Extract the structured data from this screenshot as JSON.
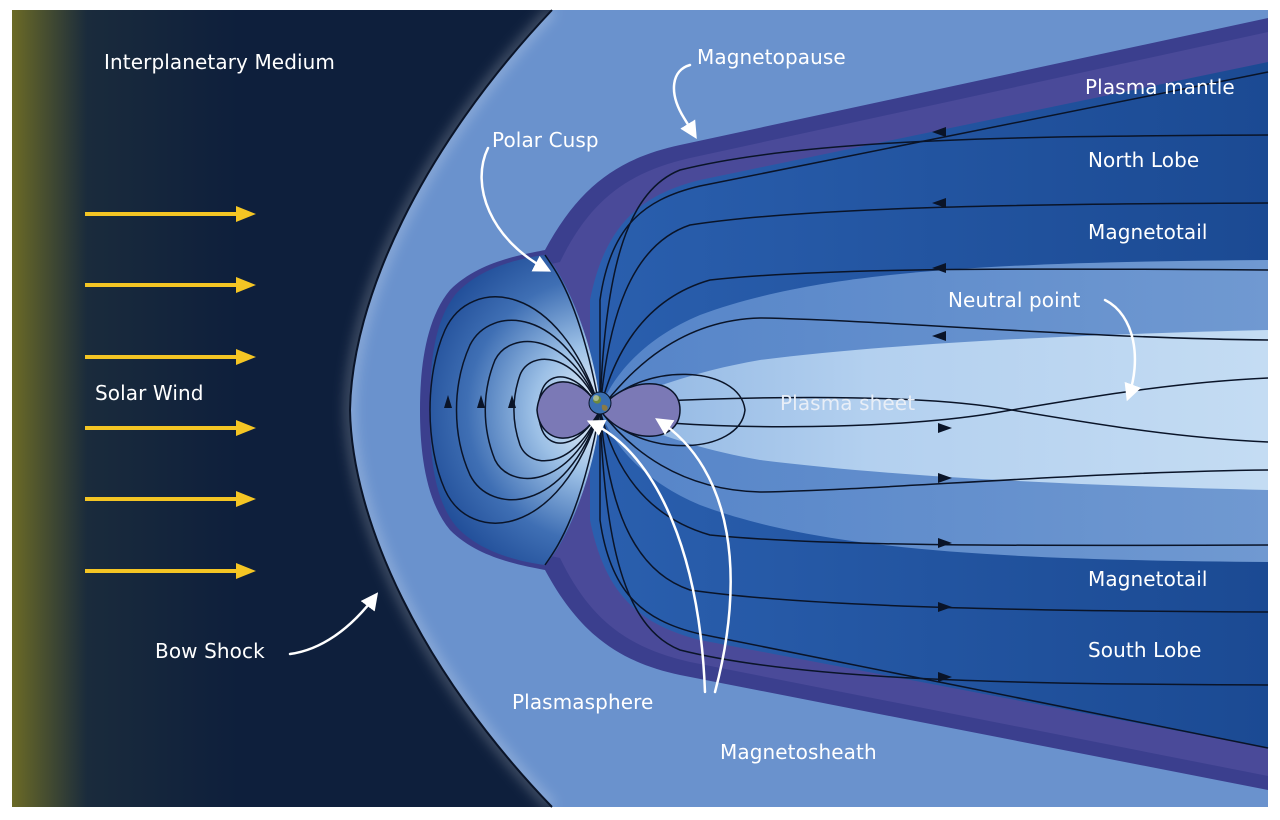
{
  "labels": {
    "interplanetary_medium": "Interplanetary Medium",
    "solar_wind": "Solar Wind",
    "bow_shock": "Bow Shock",
    "polar_cusp": "Polar Cusp",
    "magnetopause": "Magnetopause",
    "plasma_mantle": "Plasma mantle",
    "north_lobe": "North Lobe",
    "magnetotail_north": "Magnetotail",
    "neutral_point": "Neutral point",
    "plasma_sheet": "Plasma sheet",
    "magnetotail_south": "Magnetotail",
    "south_lobe": "South Lobe",
    "plasmasphere": "Plasmasphere",
    "magnetosheath": "Magnetosheath"
  },
  "icons": {
    "solar_wind_arrows": "arrow-right-icon",
    "earth": "earth-icon"
  },
  "colors": {
    "space": "#0e1f3c",
    "space_glow": "#6b6a26",
    "magnetosheath": "#6a92cd",
    "magnetopause": "#3b3f8e",
    "plasma_mantle": "#4a4a99",
    "lobe": "#1d4e9a",
    "plasma_sheet": "#b3d0ef",
    "plasmasphere": "#7b79b6",
    "solar_wind_arrow": "#f4c524"
  }
}
